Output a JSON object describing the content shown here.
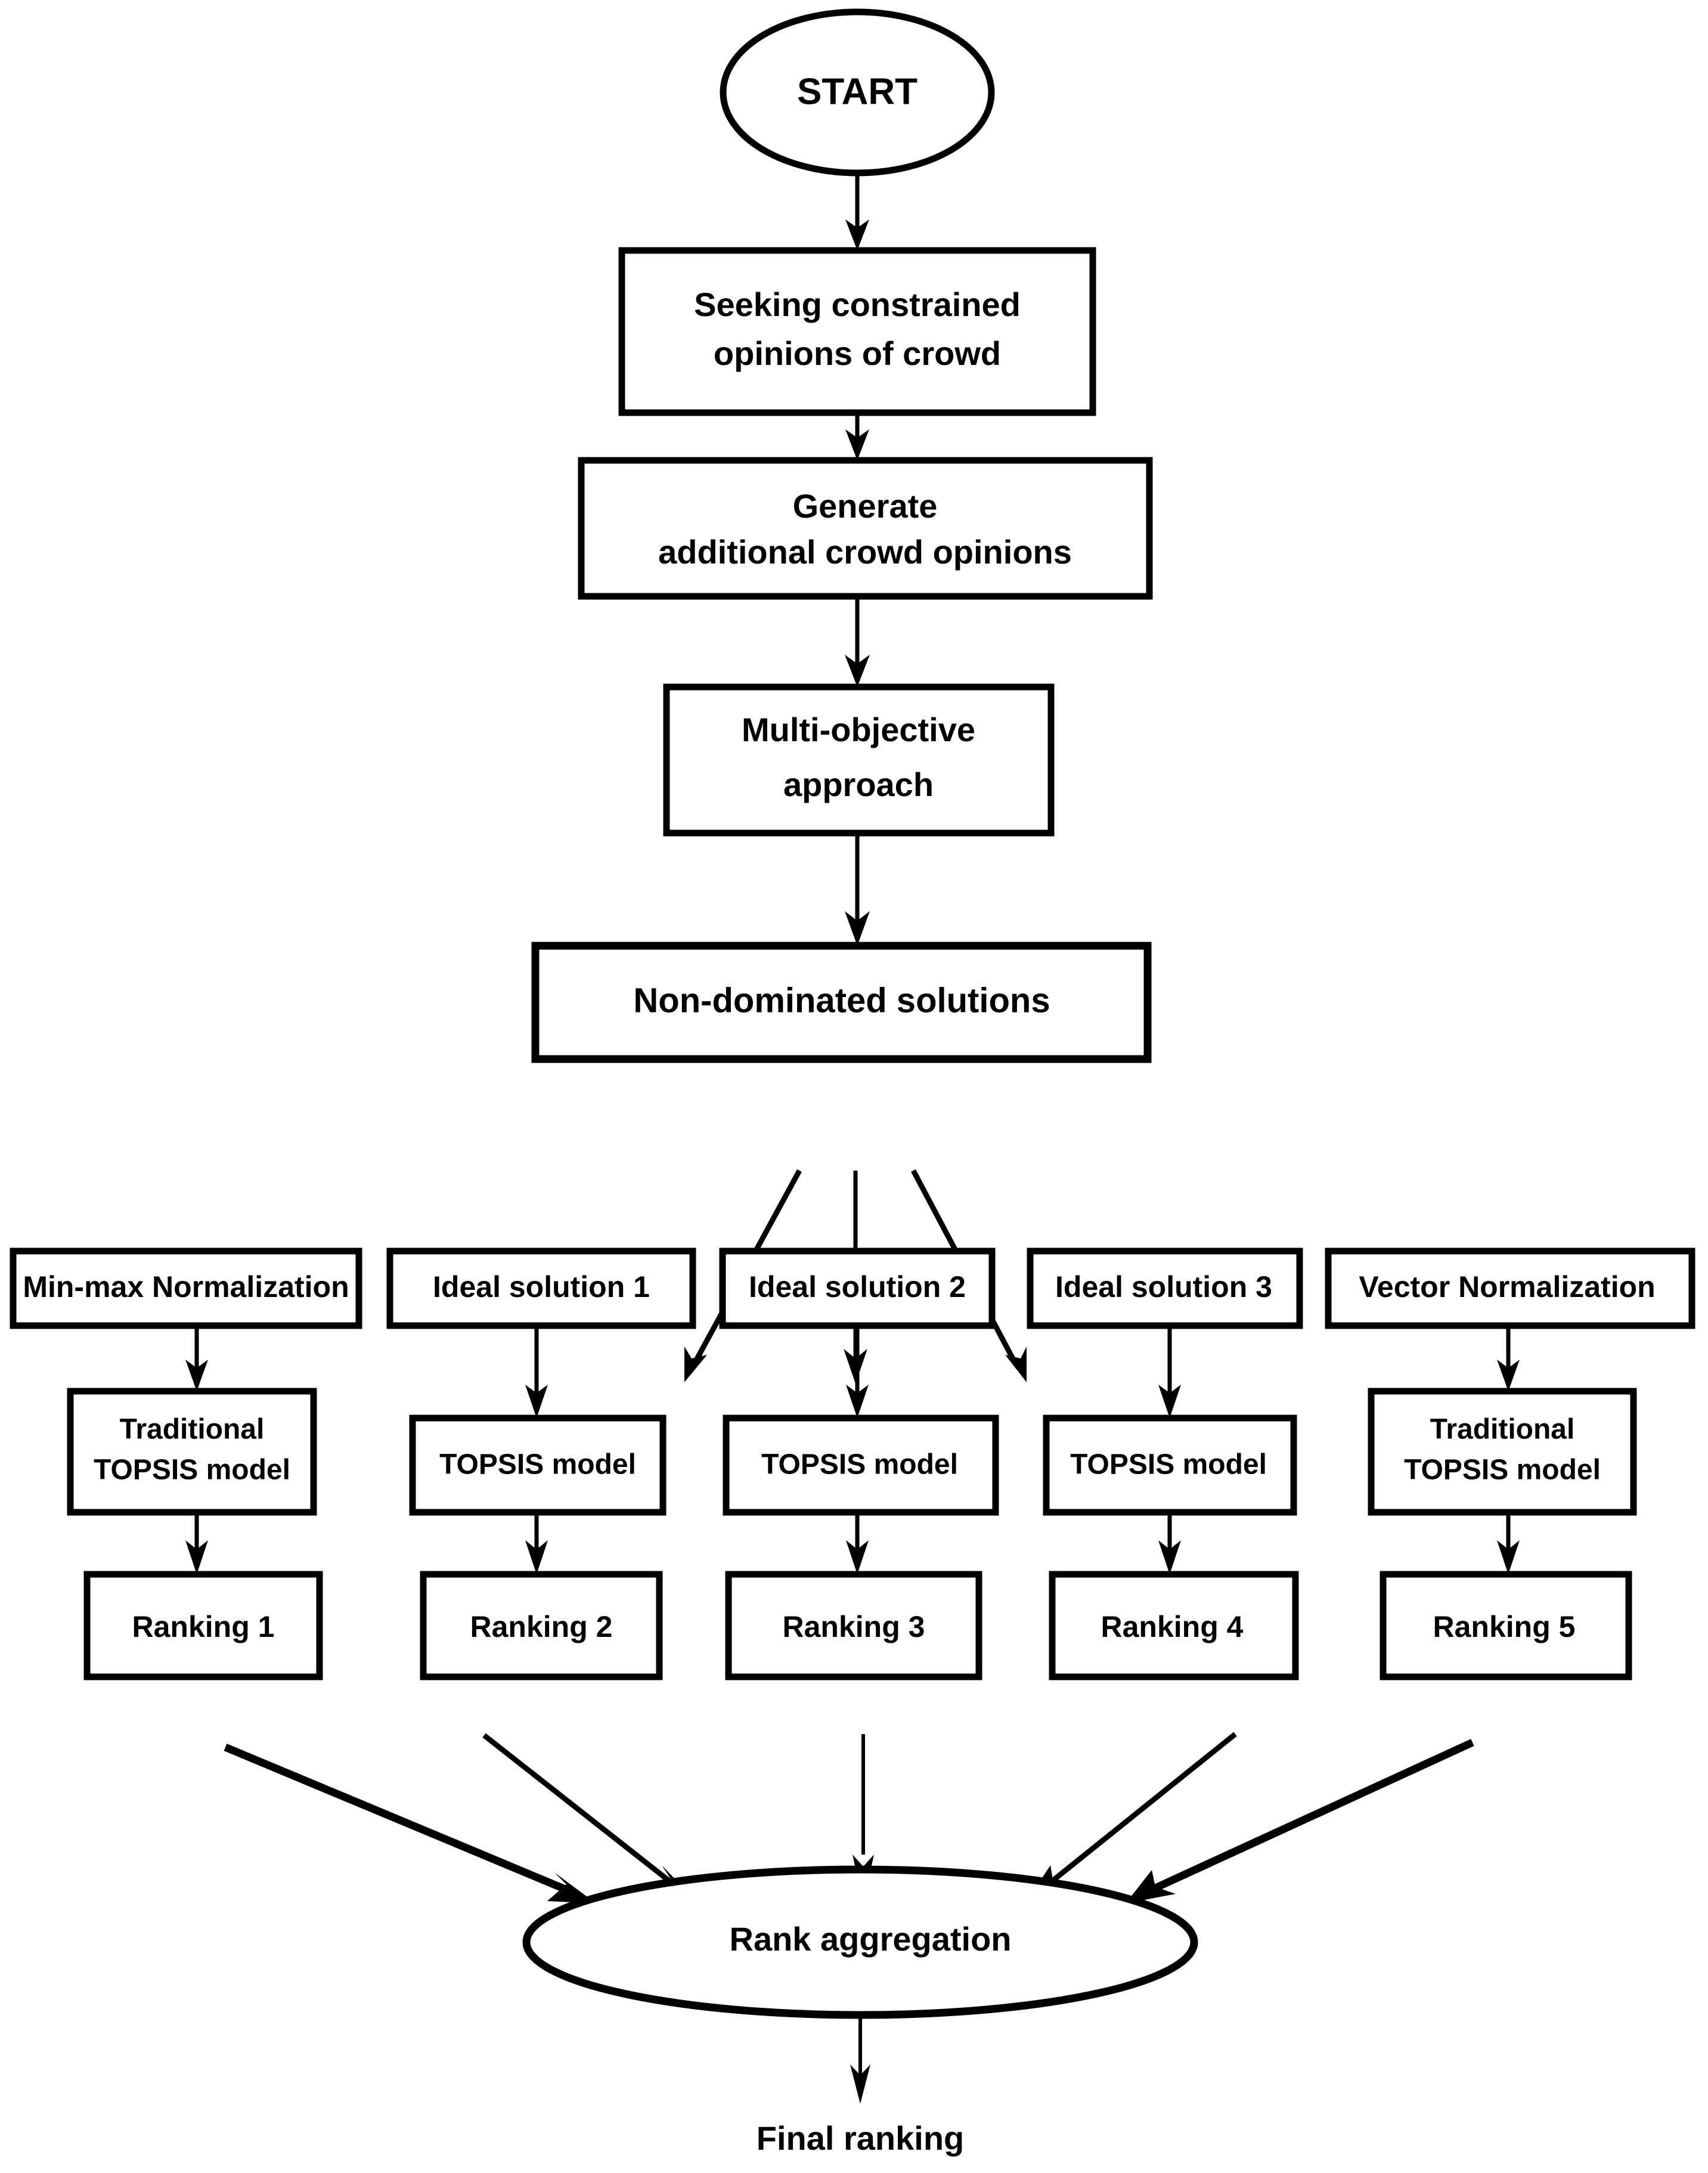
{
  "diagram": {
    "title_text": "",
    "background_color": "#ffffff",
    "line_color": "#000000",
    "text_color": "#000000",
    "nodes": {
      "start": {
        "label": "START",
        "shape": "ellipse"
      },
      "seeking": {
        "line1": "Seeking constrained",
        "line2": "opinions of crowd",
        "shape": "rectangle"
      },
      "generate": {
        "line1": "Generate",
        "line2": "additional crowd opinions",
        "shape": "rectangle"
      },
      "multiobjective": {
        "line1": "Multi-objective",
        "line2": "approach",
        "shape": "rectangle"
      },
      "nondominated": {
        "label": "Non-dominated solutions",
        "shape": "rectangle"
      },
      "rank_aggregation": {
        "label": "Rank aggregation",
        "shape": "ellipse"
      },
      "final_ranking": {
        "label": "Final ranking",
        "shape": "text"
      }
    },
    "columns": [
      {
        "id": "col1",
        "method": {
          "label": "Min-max Normalization"
        },
        "model": {
          "line1": "Traditional",
          "line2": "TOPSIS model"
        },
        "ranking": {
          "label": "Ranking 1"
        }
      },
      {
        "id": "col2",
        "method": {
          "label": "Ideal solution 1"
        },
        "model": {
          "line1": "TOPSIS model",
          "line2": ""
        },
        "ranking": {
          "label": "Ranking 2"
        }
      },
      {
        "id": "col3",
        "method": {
          "label": "Ideal solution 2"
        },
        "model": {
          "line1": "TOPSIS model",
          "line2": ""
        },
        "ranking": {
          "label": "Ranking 3"
        }
      },
      {
        "id": "col4",
        "method": {
          "label": "Ideal solution 3"
        },
        "model": {
          "line1": "TOPSIS model",
          "line2": ""
        },
        "ranking": {
          "label": "Ranking 4"
        }
      },
      {
        "id": "col5",
        "method": {
          "label": "Vector Normalization"
        },
        "model": {
          "line1": "Traditional",
          "line2": "TOPSIS model"
        },
        "ranking": {
          "label": "Ranking 5"
        }
      }
    ]
  }
}
